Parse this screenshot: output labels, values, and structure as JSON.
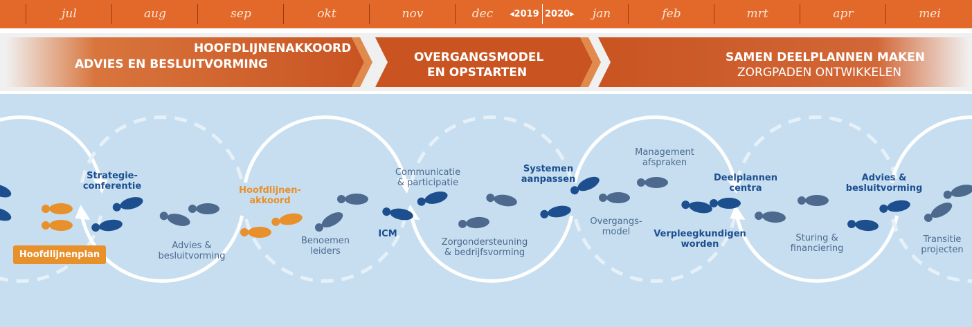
{
  "months": [
    "jul",
    "aug",
    "sep",
    "okt",
    "nov",
    "dec",
    "jan",
    "feb",
    "mrt",
    "apr",
    "mei"
  ],
  "years": {
    "left": "2019",
    "right": "2020"
  },
  "phases": [
    {
      "line1": "HOOFDLIJNENAKKOORD",
      "line2": "ADVIES EN BESLUITVORMING"
    },
    {
      "line1": "OVERGANGSMODEL",
      "line2": "EN OPSTARTEN"
    },
    {
      "line1": "SAMEN DEELPLANNEN MAKEN",
      "line2": "ZORGPADEN ONTWIKKELEN"
    }
  ],
  "labels": {
    "strategie": "Strategie-\nconferentie",
    "hoofdlijnenakkoord": "Hoofdlijnen-\nakkoord",
    "communicatie": "Communicatie\n& participatie",
    "systemen": "Systemen\naanpassen",
    "management": "Management\nafspraken",
    "deelplannen": "Deelplannen\ncentra",
    "advies_right": "Advies &\nbesluitvorming",
    "advies_left": "Advies &\nbesluitvorming",
    "benoemen": "Benoemen\nleiders",
    "icm": "ICM",
    "zorgondersteuning": "Zorgondersteuning\n& bedrijfsvorming",
    "overgangsmodel": "Overgangs-\nmodel",
    "verpleegkundigen": "Verpleegkundigen\nworden",
    "sturing": "Sturing &\nfinanciering",
    "transitie": "Transitie\nprojecten",
    "plan": "Hoofdlijnenplan"
  },
  "colors": {
    "orange": "#e2692a",
    "dark_blue": "#1d4f8f",
    "mid_blue": "#4d6a8e",
    "light_blue": "#c6def0",
    "step_orange": "#e8902b"
  }
}
